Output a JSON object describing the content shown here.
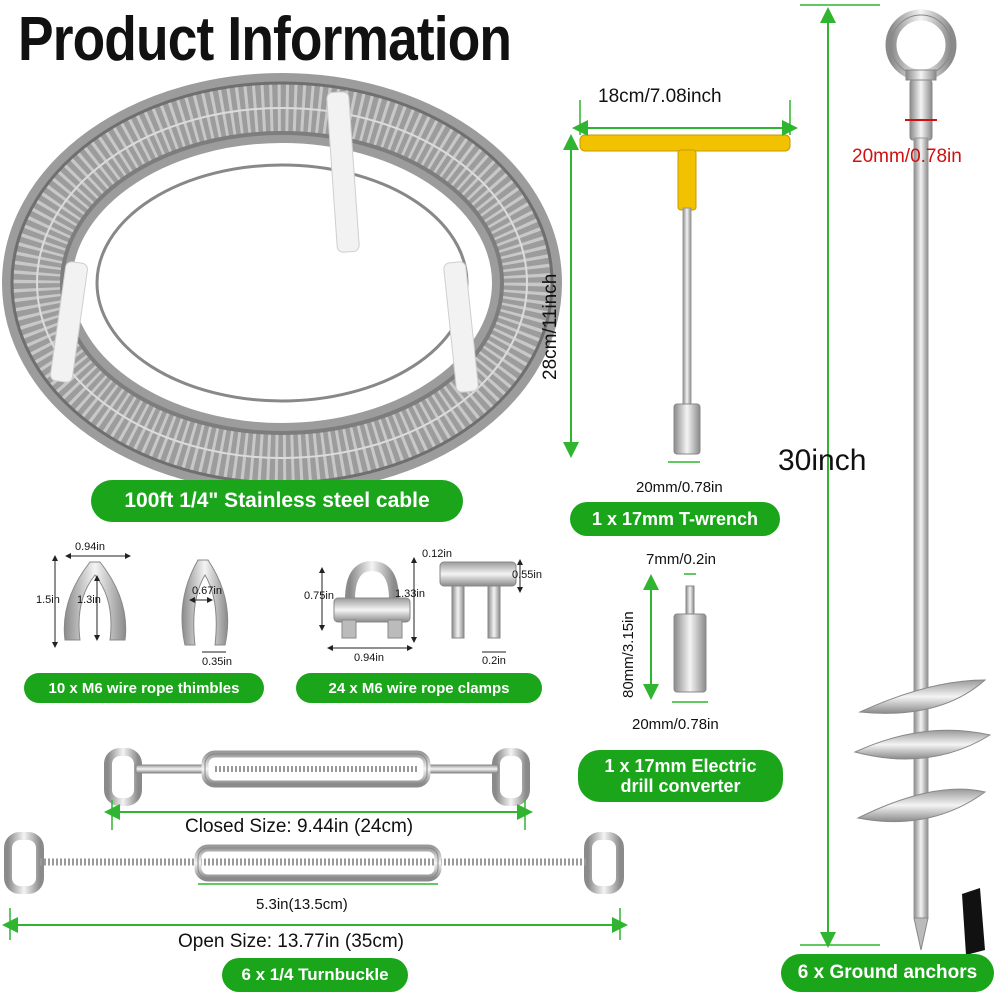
{
  "title": "Product Information",
  "cable": {
    "label": "100ft 1/4\" Stainless steel cable"
  },
  "wrench": {
    "width_dim": "18cm/7.08inch",
    "height_dim": "28cm/11inch",
    "socket_dim": "20mm/0.78in",
    "label": "1 x 17mm T-wrench"
  },
  "converter": {
    "top_dim": "7mm/0.2in",
    "height_dim": "80mm/3.15in",
    "bottom_dim": "20mm/0.78in",
    "label_line1": "1 x 17mm Electric",
    "label_line2": "drill converter"
  },
  "thimbles": {
    "dim_width": "0.94in",
    "dim_height": "1.5in",
    "dim_inner": "1.3in",
    "dim_side": "0.67in",
    "dim_thick": "0.35in",
    "label": "10 x M6 wire rope thimbles"
  },
  "clamps": {
    "dim_height": "0.75in",
    "dim_total": "1.33in",
    "dim_base": "0.94in",
    "dim_top": "0.12in",
    "dim_right": "0.55in",
    "dim_bolt": "0.2in",
    "label": "24 x M6 wire rope clamps"
  },
  "turnbuckle": {
    "closed_size": "Closed Size: 9.44in (24cm)",
    "body_size": "5.3in(13.5cm)",
    "open_size": "Open Size: 13.77in (35cm)",
    "label": "6 x 1/4 Turnbuckle"
  },
  "anchor": {
    "eye_dim": "20mm/0.78in",
    "length": "30inch",
    "label": "6 x Ground anchors"
  },
  "colors": {
    "accent_green": "#1aa51a",
    "dimension_green": "#2fb52f",
    "dimension_red": "#d01010",
    "wrench_handle": "#f2c200"
  }
}
